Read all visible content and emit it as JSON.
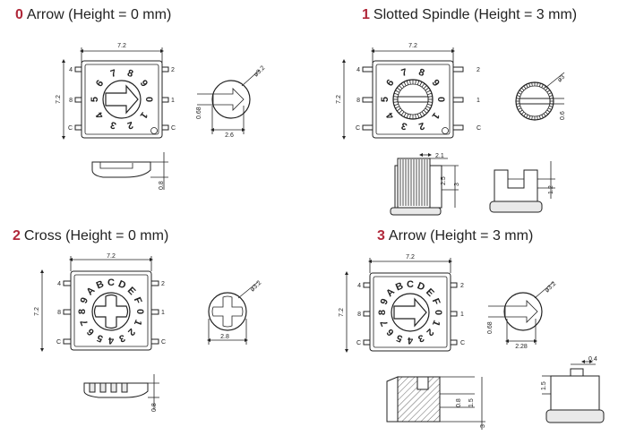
{
  "variants": [
    {
      "number": "0",
      "label": "Arrow (Height = 0 mm)"
    },
    {
      "number": "1",
      "label": "Slotted Spindle (Height = 3 mm)"
    },
    {
      "number": "2",
      "label": "Cross (Height = 0 mm)"
    },
    {
      "number": "3",
      "label": "Arrow (Height = 3 mm)"
    }
  ],
  "pins": {
    "left": [
      "4",
      "8",
      "C"
    ],
    "right": [
      "2",
      "1",
      "C"
    ]
  },
  "digits10": [
    "0",
    "1",
    "2",
    "3",
    "4",
    "5",
    "6",
    "7",
    "8",
    "9"
  ],
  "digits16": [
    "0",
    "1",
    "2",
    "3",
    "4",
    "5",
    "6",
    "7",
    "8",
    "9",
    "A",
    "B",
    "C",
    "D",
    "E",
    "F"
  ],
  "dims": {
    "body_width": "7.2",
    "body_height": "7.2",
    "v0_knob_dia": "ø3.2",
    "v0_offset": "0.68",
    "v0_width": "2.6",
    "v0_height": "0.8",
    "v1_knob_dia": "ø3",
    "v1_offset": "0.6",
    "v1_top": "2.1",
    "v1_h1": "2.5",
    "v1_h2": "3",
    "v1_slot": "1.2",
    "v2_knob_dia": "ø3.2",
    "v2_width": "2.8",
    "v2_height": "0.8",
    "v3_knob_dia": "ø3.2",
    "v3_offset": "0.68",
    "v3_width": "2.28",
    "v3_h1": "0.8",
    "v3_h2": "1.5",
    "v3_total": "3",
    "v3_pin": "1.5",
    "v3_top": "0.4"
  }
}
